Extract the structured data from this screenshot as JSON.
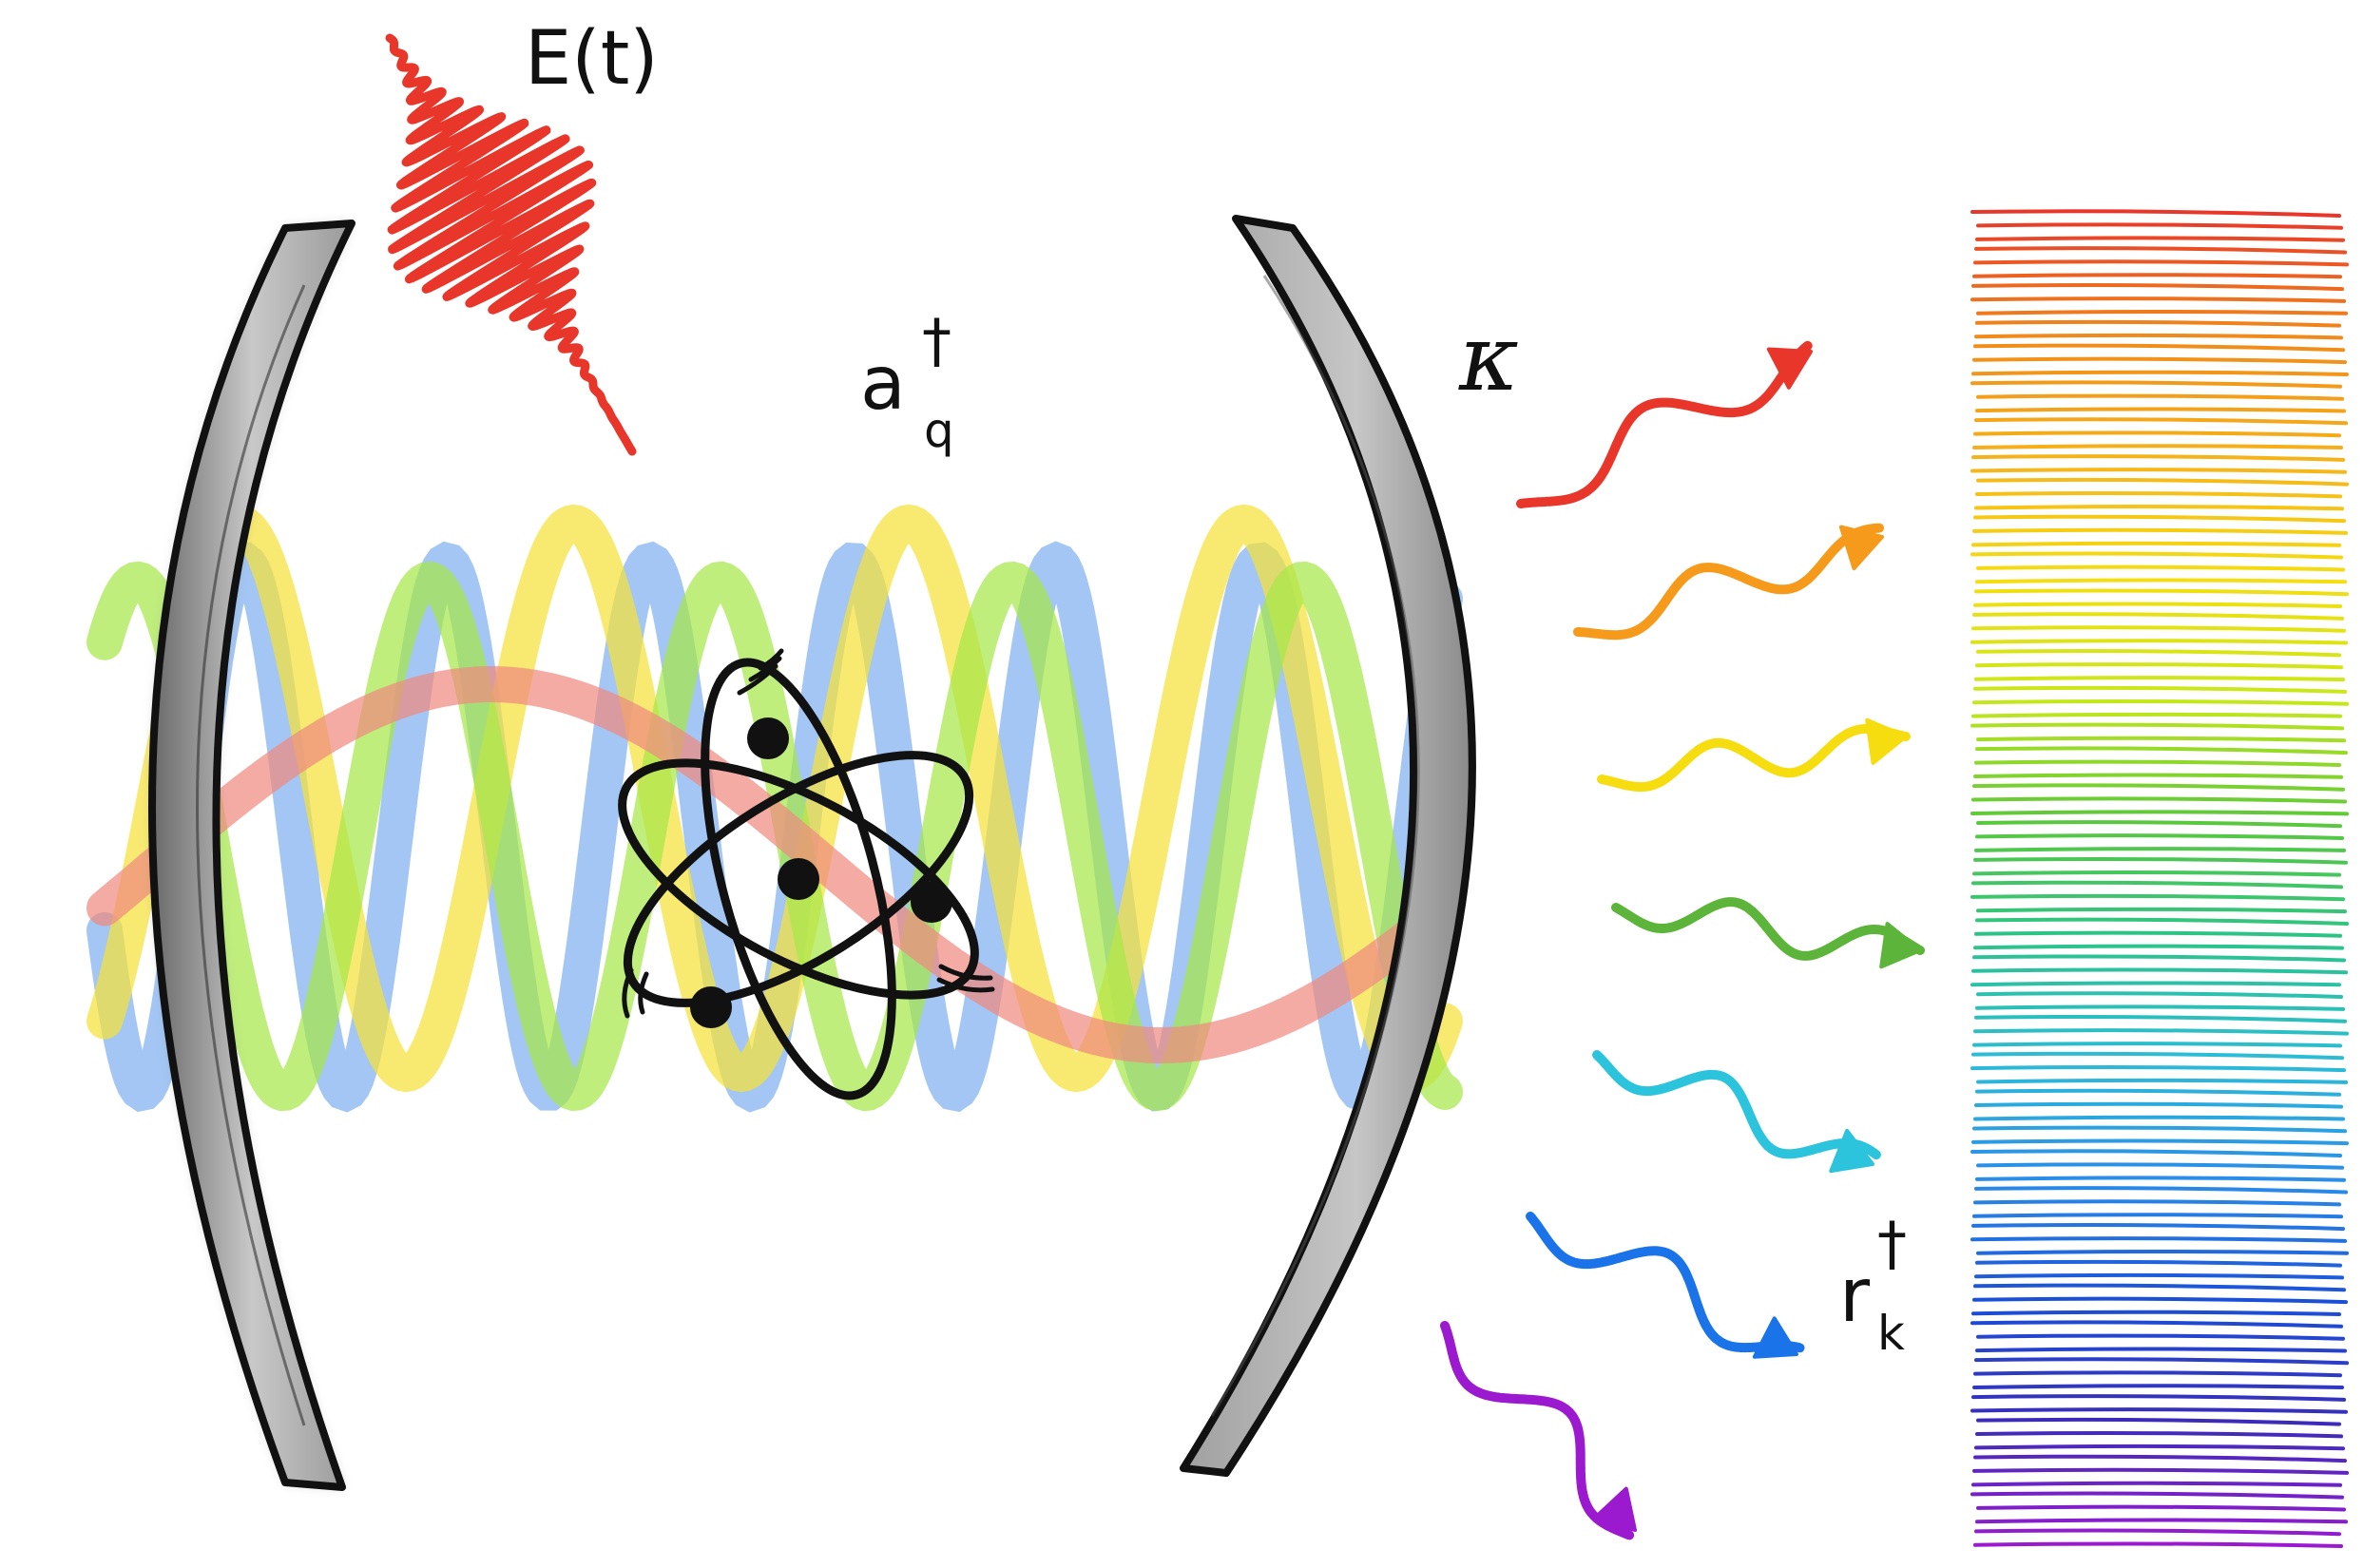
{
  "labels": {
    "pulse": "E(t)",
    "cavity_mode_base": "a",
    "cavity_mode_sup": "†",
    "cavity_mode_sub": "q",
    "decay_rate": "κ",
    "reservoir_base": "r",
    "reservoir_sup": "†",
    "reservoir_sub": "k"
  },
  "colors": {
    "pulse": "#e8362a",
    "mirror_fill": "#b9b9b9",
    "mirror_edge": "#111111",
    "atom": "#111111",
    "modes": [
      "#7fb0f0",
      "#f5e23a",
      "#a6e84a",
      "#f08b80"
    ],
    "emitted_photons": [
      "#e8362a",
      "#f59a1a",
      "#f5dd10",
      "#5cb53a",
      "#2cc3dc",
      "#1a73e8",
      "#9b1ad0"
    ],
    "spectrum": [
      "#e8362a",
      "#f08a1a",
      "#f5b21a",
      "#f5dd10",
      "#c8e81a",
      "#5cc83a",
      "#2cc38a",
      "#2cbcd8",
      "#2a8ce8",
      "#1a4fd8",
      "#3a2cb8",
      "#9b1ad0"
    ]
  },
  "icons": [
    "pulse-icon",
    "atom-icon",
    "mirror-left",
    "mirror-right",
    "photon-arrow-icon",
    "spectrum-lines"
  ]
}
